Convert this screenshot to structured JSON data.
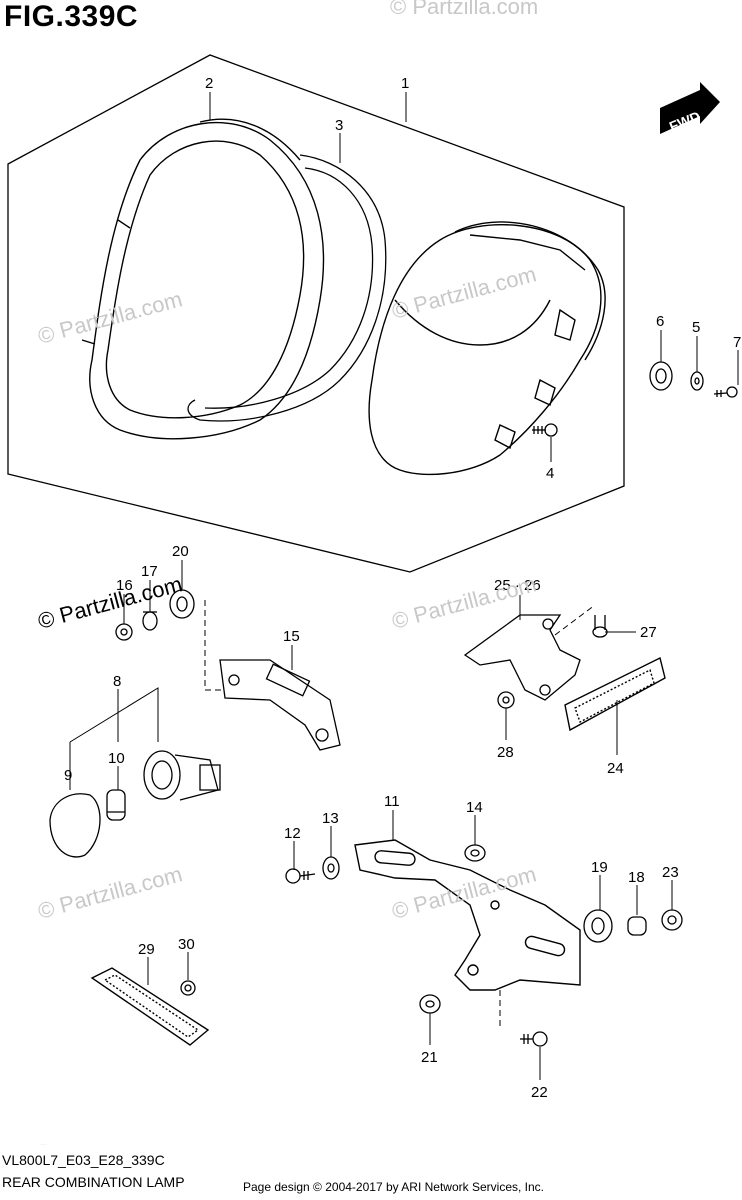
{
  "figure": {
    "title": "FIG.339C",
    "code": "VL800L7_E03_E28_339C",
    "name": "REAR COMBINATION LAMP",
    "credit": "Page design © 2004-2017 by ARI Network Services, Inc.",
    "fwd_label": "FWD"
  },
  "watermarks": [
    "© Partzilla.com",
    "© Partzilla.com",
    "© Partzilla.com",
    "© Partzilla.com",
    "© Partzilla.com",
    "© Partzilla.com",
    "© Partzilla.com",
    "© Partzilla.com"
  ],
  "callouts": [
    "1",
    "2",
    "3",
    "4",
    "5",
    "6",
    "7",
    "8",
    "9",
    "10",
    "11",
    "12",
    "13",
    "14",
    "15",
    "16",
    "17",
    "18",
    "19",
    "20",
    "21",
    "22",
    "23",
    "24",
    "25 · 26",
    "27",
    "28",
    "29",
    "30"
  ]
}
